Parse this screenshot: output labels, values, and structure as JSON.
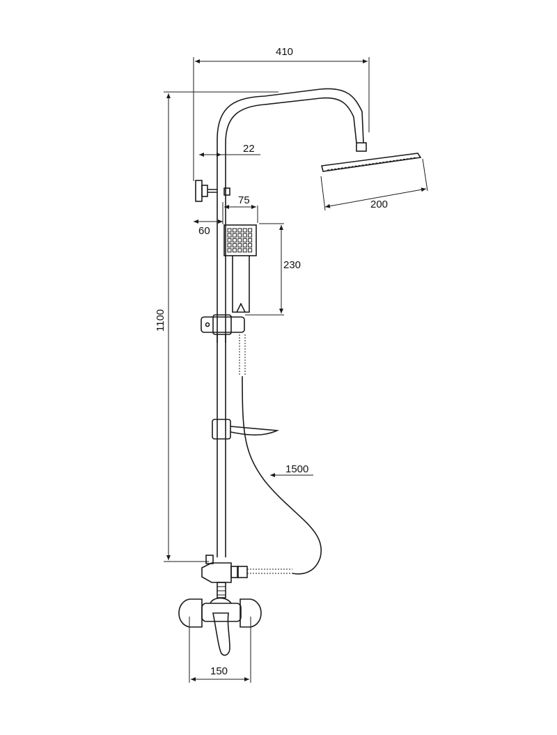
{
  "dimensions": {
    "total_width": "410",
    "wall_bracket_offset": "22",
    "shower_head_width": "200",
    "hand_shower_width": "75",
    "bracket_depth": "60",
    "hand_shower_height": "230",
    "total_height": "1100",
    "hose_length": "1500",
    "mixer_width": "150"
  }
}
